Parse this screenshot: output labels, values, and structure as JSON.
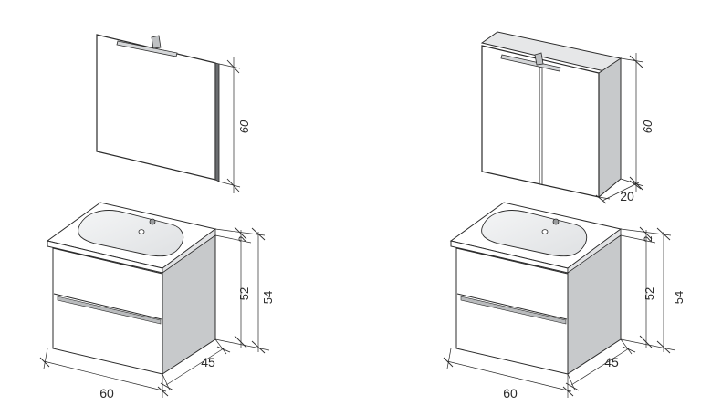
{
  "left_set": {
    "mirror": {
      "height": "60"
    },
    "vanity": {
      "width": "60",
      "depth": "45",
      "cabinet_height": "52",
      "total_height": "54",
      "top_thickness": "2"
    }
  },
  "right_set": {
    "mirror_cabinet": {
      "height": "60",
      "depth": "20"
    },
    "vanity": {
      "width": "60",
      "depth": "45",
      "cabinet_height": "52",
      "total_height": "54",
      "top_thickness": "2"
    }
  },
  "colors": {
    "line": "#2b2b2b",
    "side_grey": "#c7c9cb",
    "face_white": "#ffffff",
    "basin_grey": "#e8e9ea"
  }
}
